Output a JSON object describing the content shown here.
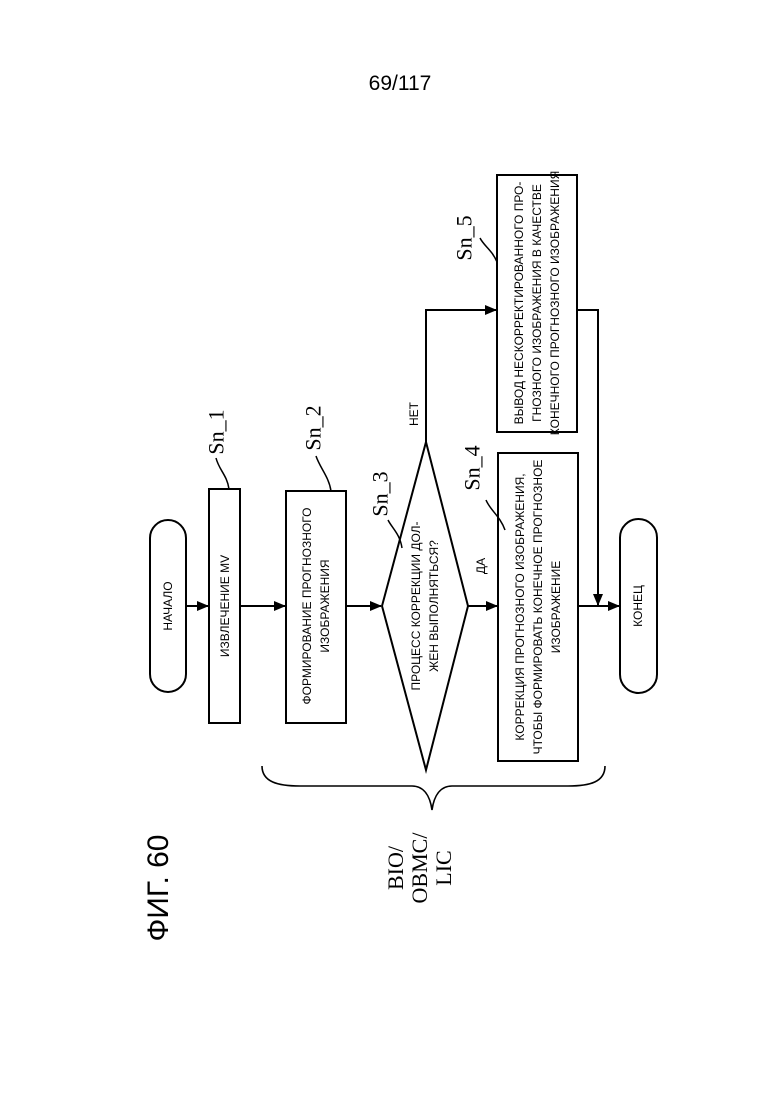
{
  "page_number": "69/117",
  "figure_label": "ФИГ. 60",
  "group_label": [
    "BIO/",
    "OBMC/",
    "LIC"
  ],
  "colors": {
    "ink": "#000000",
    "paper": "#ffffff"
  },
  "nodes": {
    "start": {
      "text": "НАЧАЛО"
    },
    "sn1": {
      "tag": "Sn_1",
      "lines": [
        "ИЗВЛЕЧЕНИЕ MV"
      ]
    },
    "sn2": {
      "tag": "Sn_2",
      "lines": [
        "ФОРМИРОВАНИЕ ПРОГНОЗНОГО",
        "ИЗОБРАЖЕНИЯ"
      ]
    },
    "sn3": {
      "tag": "Sn_3",
      "lines": [
        "ПРОЦЕСС КОРРЕКЦИИ ДОЛ-",
        "ЖЕН ВЫПОЛНЯТЬСЯ?"
      ]
    },
    "sn4": {
      "tag": "Sn_4",
      "lines": [
        "КОРРЕКЦИЯ ПРОГНОЗНОГО ИЗОБРАЖЕНИЯ,",
        "ЧТОБЫ ФОРМИРОВАТЬ КОНЕЧНОЕ ПРОГНОЗНОЕ",
        "ИЗОБРАЖЕНИЕ"
      ]
    },
    "sn5": {
      "tag": "Sn_5",
      "lines": [
        "ВЫВОД НЕСКОРРЕКТИРОВАННОГО ПРО-",
        "ГНОЗНОГО ИЗОБРАЖЕНИЯ В КАЧЕСТВЕ",
        "КОНЕЧНОГО ПРОГНОЗНОГО ИЗОБРАЖЕНИЯ"
      ]
    },
    "end": {
      "text": "КОНЕЦ"
    }
  },
  "branches": {
    "yes": "ДА",
    "no": "НЕТ"
  }
}
